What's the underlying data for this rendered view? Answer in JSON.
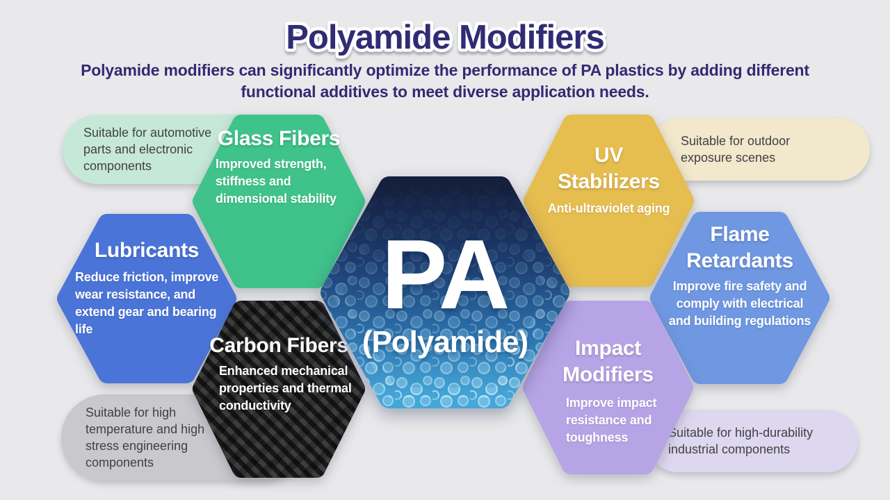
{
  "header": {
    "title": "Polyamide Modifiers",
    "subtitle": "Polyamide modifiers can significantly optimize the performance of PA plastics by adding different functional additives to meet diverse application needs."
  },
  "center": {
    "abbr": "PA",
    "name": "(Polyamide)",
    "gradient_top": "#16203f",
    "gradient_bottom": "#45a7d8"
  },
  "hexagons": {
    "glass": {
      "title": "Glass Fibers",
      "desc": "Improved strength, stiffness and dimensional stability",
      "color": "#3fc38a"
    },
    "lubricants": {
      "title": "Lubricants",
      "desc": "Reduce friction, improve wear resistance, and extend gear and bearing life",
      "color": "#4b74d9"
    },
    "carbon": {
      "title": "Carbon Fibers",
      "desc": "Enhanced mechanical properties and thermal conductivity",
      "color": "#1f1f22"
    },
    "uv": {
      "title": "UV Stabilizers",
      "desc": "Anti-ultraviolet aging",
      "color": "#e6bd4f"
    },
    "flame": {
      "title": "Flame Retardants",
      "desc": "Improve fire safety and comply with electrical and building regulations",
      "color": "#6f97e2"
    },
    "impact": {
      "title": "Impact Modifiers",
      "desc": "Improve impact resistance and toughness",
      "color": "#b7a4e6"
    }
  },
  "notes": {
    "glass": {
      "text": "Suitable for automotive parts and electronic components",
      "color": "#c6e8d8"
    },
    "uv": {
      "text": "Suitable for outdoor exposure scenes",
      "color": "#f2e8cc"
    },
    "carbon": {
      "text": "Suitable for high temperature and high stress engineering components",
      "color": "#c9c8cd"
    },
    "impact": {
      "text": "Suitable for high-durability industrial components",
      "color": "#ddd7ef"
    }
  },
  "palette": {
    "background": "#e9e9eb",
    "title_text": "#302c74",
    "pill_text": "#414144"
  }
}
